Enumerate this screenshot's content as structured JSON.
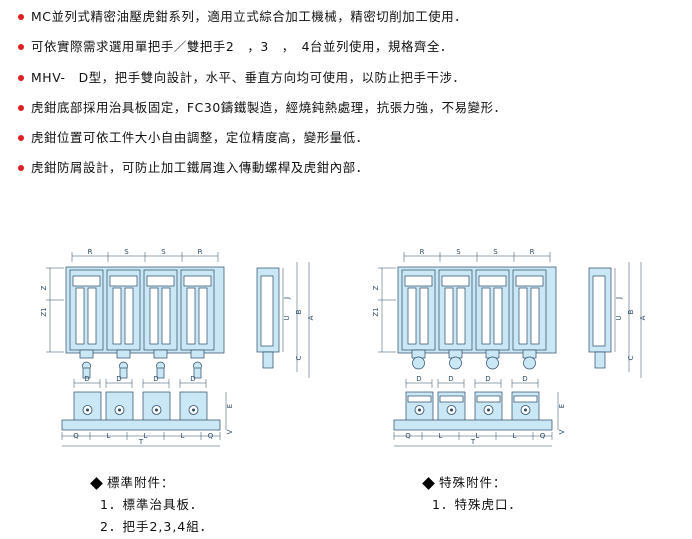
{
  "features": [
    "MC並列式精密油壓虎鉗系列，適用立式綜合加工機械，精密切削加工使用．",
    "可依實際需求選用單把手／雙把手2　，3　，　4台並列使用，規格齊全．",
    "MHV-　D型，把手雙向設計，水平、垂直方向均可使用，以防止把手干涉．",
    "虎鉗底部採用治具板固定，FC30鑄鐵製造，經燒鈍熱處理，抗張力強，不易變形．",
    "虎鉗位置可依工件大小自由調整，定位精度高，變形量低．",
    "虎鉗防屑設計，可防止加工鐵屑進入傳動螺桿及虎鉗內部．"
  ],
  "dimension_labels": {
    "top": [
      "R",
      "S",
      "S",
      "R"
    ],
    "side_left": [
      "Z",
      "Z1"
    ],
    "side_mid": [
      "J",
      "U"
    ],
    "side_right": [
      "B",
      "A",
      "C"
    ],
    "front_top": [
      "D",
      "D",
      "D",
      "D"
    ],
    "front_bottom": [
      "Q",
      "L",
      "L",
      "L",
      "Q"
    ],
    "front_right": [
      "E",
      "V"
    ],
    "overall": "T"
  },
  "standard": {
    "heading": "標準附件：",
    "items": [
      "1．標準治具板．",
      "2．把手2,3,4組．"
    ]
  },
  "special": {
    "heading": "特殊附件：",
    "items": [
      "1．特殊虎口．"
    ]
  },
  "colors": {
    "bullet": "#e02020",
    "machine": "#c9e7f5",
    "drawing": "#2b4a66"
  }
}
